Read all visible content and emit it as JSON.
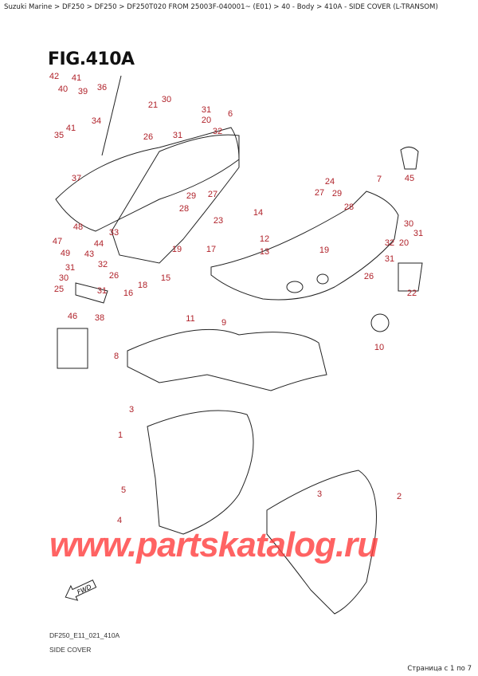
{
  "breadcrumb": "Suzuki Marine > DF250 > DF250 > DF250T020 FROM 25003F-040001~ (E01) > 40 - Body > 410A - SIDE COVER (L-TRANSOM)",
  "figure_title": "FIG.410A",
  "callouts": [
    "42",
    "40",
    "41",
    "39",
    "36",
    "30",
    "21",
    "31",
    "6",
    "20",
    "32",
    "26",
    "31",
    "35",
    "34",
    "41",
    "37",
    "45",
    "24",
    "7",
    "27",
    "29",
    "28",
    "29",
    "27",
    "28",
    "14",
    "23",
    "48",
    "33",
    "47",
    "44",
    "12",
    "19",
    "17",
    "13",
    "49",
    "43",
    "32",
    "30",
    "32",
    "20",
    "31",
    "19",
    "31",
    "30",
    "26",
    "31",
    "18",
    "15",
    "16",
    "25",
    "31",
    "26",
    "22",
    "46",
    "38",
    "11",
    "9",
    "10",
    "8",
    "3",
    "1",
    "5",
    "3",
    "2",
    "4"
  ],
  "fwd_label": "FWD",
  "watermark": "www.partskatalog.ru",
  "diagram_code": "DF250_E11_021_410A",
  "diagram_name": "SIDE COVER",
  "pagination": "Страница с 1 по 7",
  "colors": {
    "callout": "#b0222a",
    "watermark": "#ff3c3c"
  }
}
